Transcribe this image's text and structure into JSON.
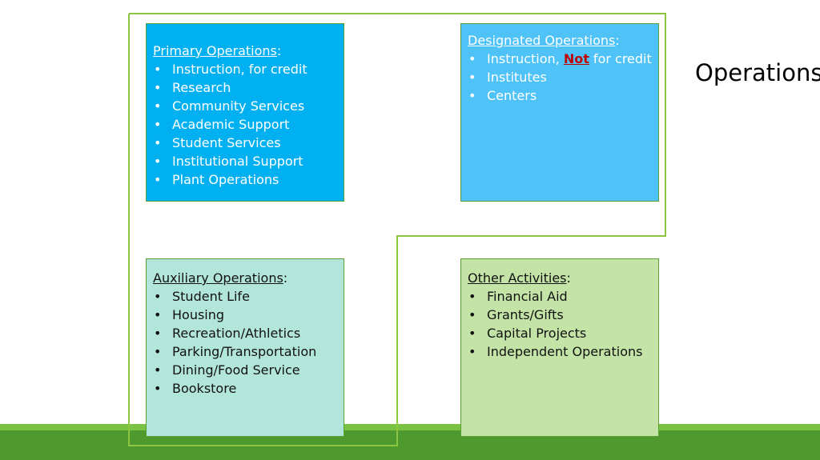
{
  "title": "Operations",
  "boxes": {
    "primary": {
      "title": "Primary Operations",
      "items": [
        "Instruction, for credit",
        "Research",
        "Community Services",
        "Academic Support",
        "Student Services",
        "Institutional Support",
        "Plant Operations"
      ]
    },
    "designated": {
      "title": "Designated Operations",
      "item1_prefix": "Instruction, ",
      "item1_emphasis": "Not",
      "item1_suffix": " for credit",
      "items": [
        "Institutes",
        "Centers"
      ]
    },
    "auxiliary": {
      "title": "Auxiliary Operations",
      "items": [
        "Student Life",
        "Housing",
        "Recreation/Athletics",
        "Parking/Transportation",
        "Dining/Food Service",
        "Bookstore"
      ]
    },
    "other": {
      "title": "Other Activities",
      "items": [
        "Financial Aid",
        "Grants/Gifts",
        "Capital Projects",
        "Independent Operations"
      ]
    }
  },
  "colors": {
    "primary_fill": "#00b0f0",
    "designated_fill": "#4fc3f7",
    "auxiliary_fill": "#b3e6da",
    "other_fill": "#c4e4a7",
    "outline_green": "#8cc63f",
    "emphasis_red": "#c00000"
  }
}
